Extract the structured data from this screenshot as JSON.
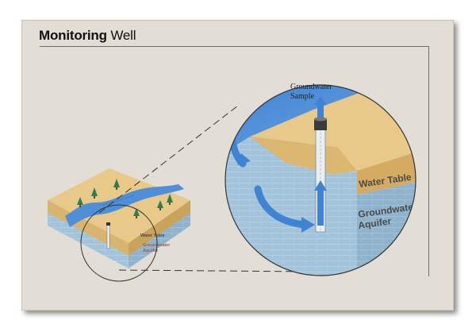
{
  "title": {
    "bold": "Monitoring",
    "light": "Well"
  },
  "labels": {
    "sample": [
      "Groundwater",
      "Sample"
    ],
    "water_table": "Water Table",
    "aquifer": [
      "Groundwater",
      "Aquifer"
    ],
    "small_water_table": "Water Table",
    "small_aquifer": [
      "Groundwater",
      "Aquifer"
    ]
  },
  "colors": {
    "background": "#e2ded6",
    "sand": "#e8c98a",
    "sand_dark": "#d5ab62",
    "water": "#4f8fd8",
    "aquifer": "#9fc0d8",
    "aquifer_side": "#8bb0cc",
    "text_label": "#4a4a4a",
    "tree": "#2f7e52"
  }
}
